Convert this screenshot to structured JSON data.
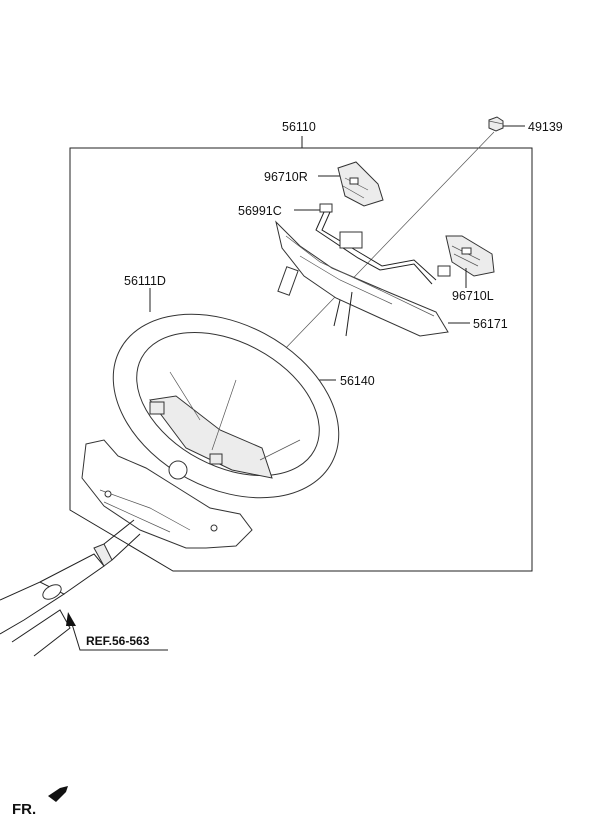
{
  "labels": {
    "assembly": "56110",
    "nut": "49139",
    "switch_right": "96710R",
    "clock_spring": "56991C",
    "switch_left": "96710L",
    "wheel": "56111D",
    "damper": "56171",
    "bracket": "56140",
    "reference": "REF.56-563",
    "front": "FR."
  }
}
